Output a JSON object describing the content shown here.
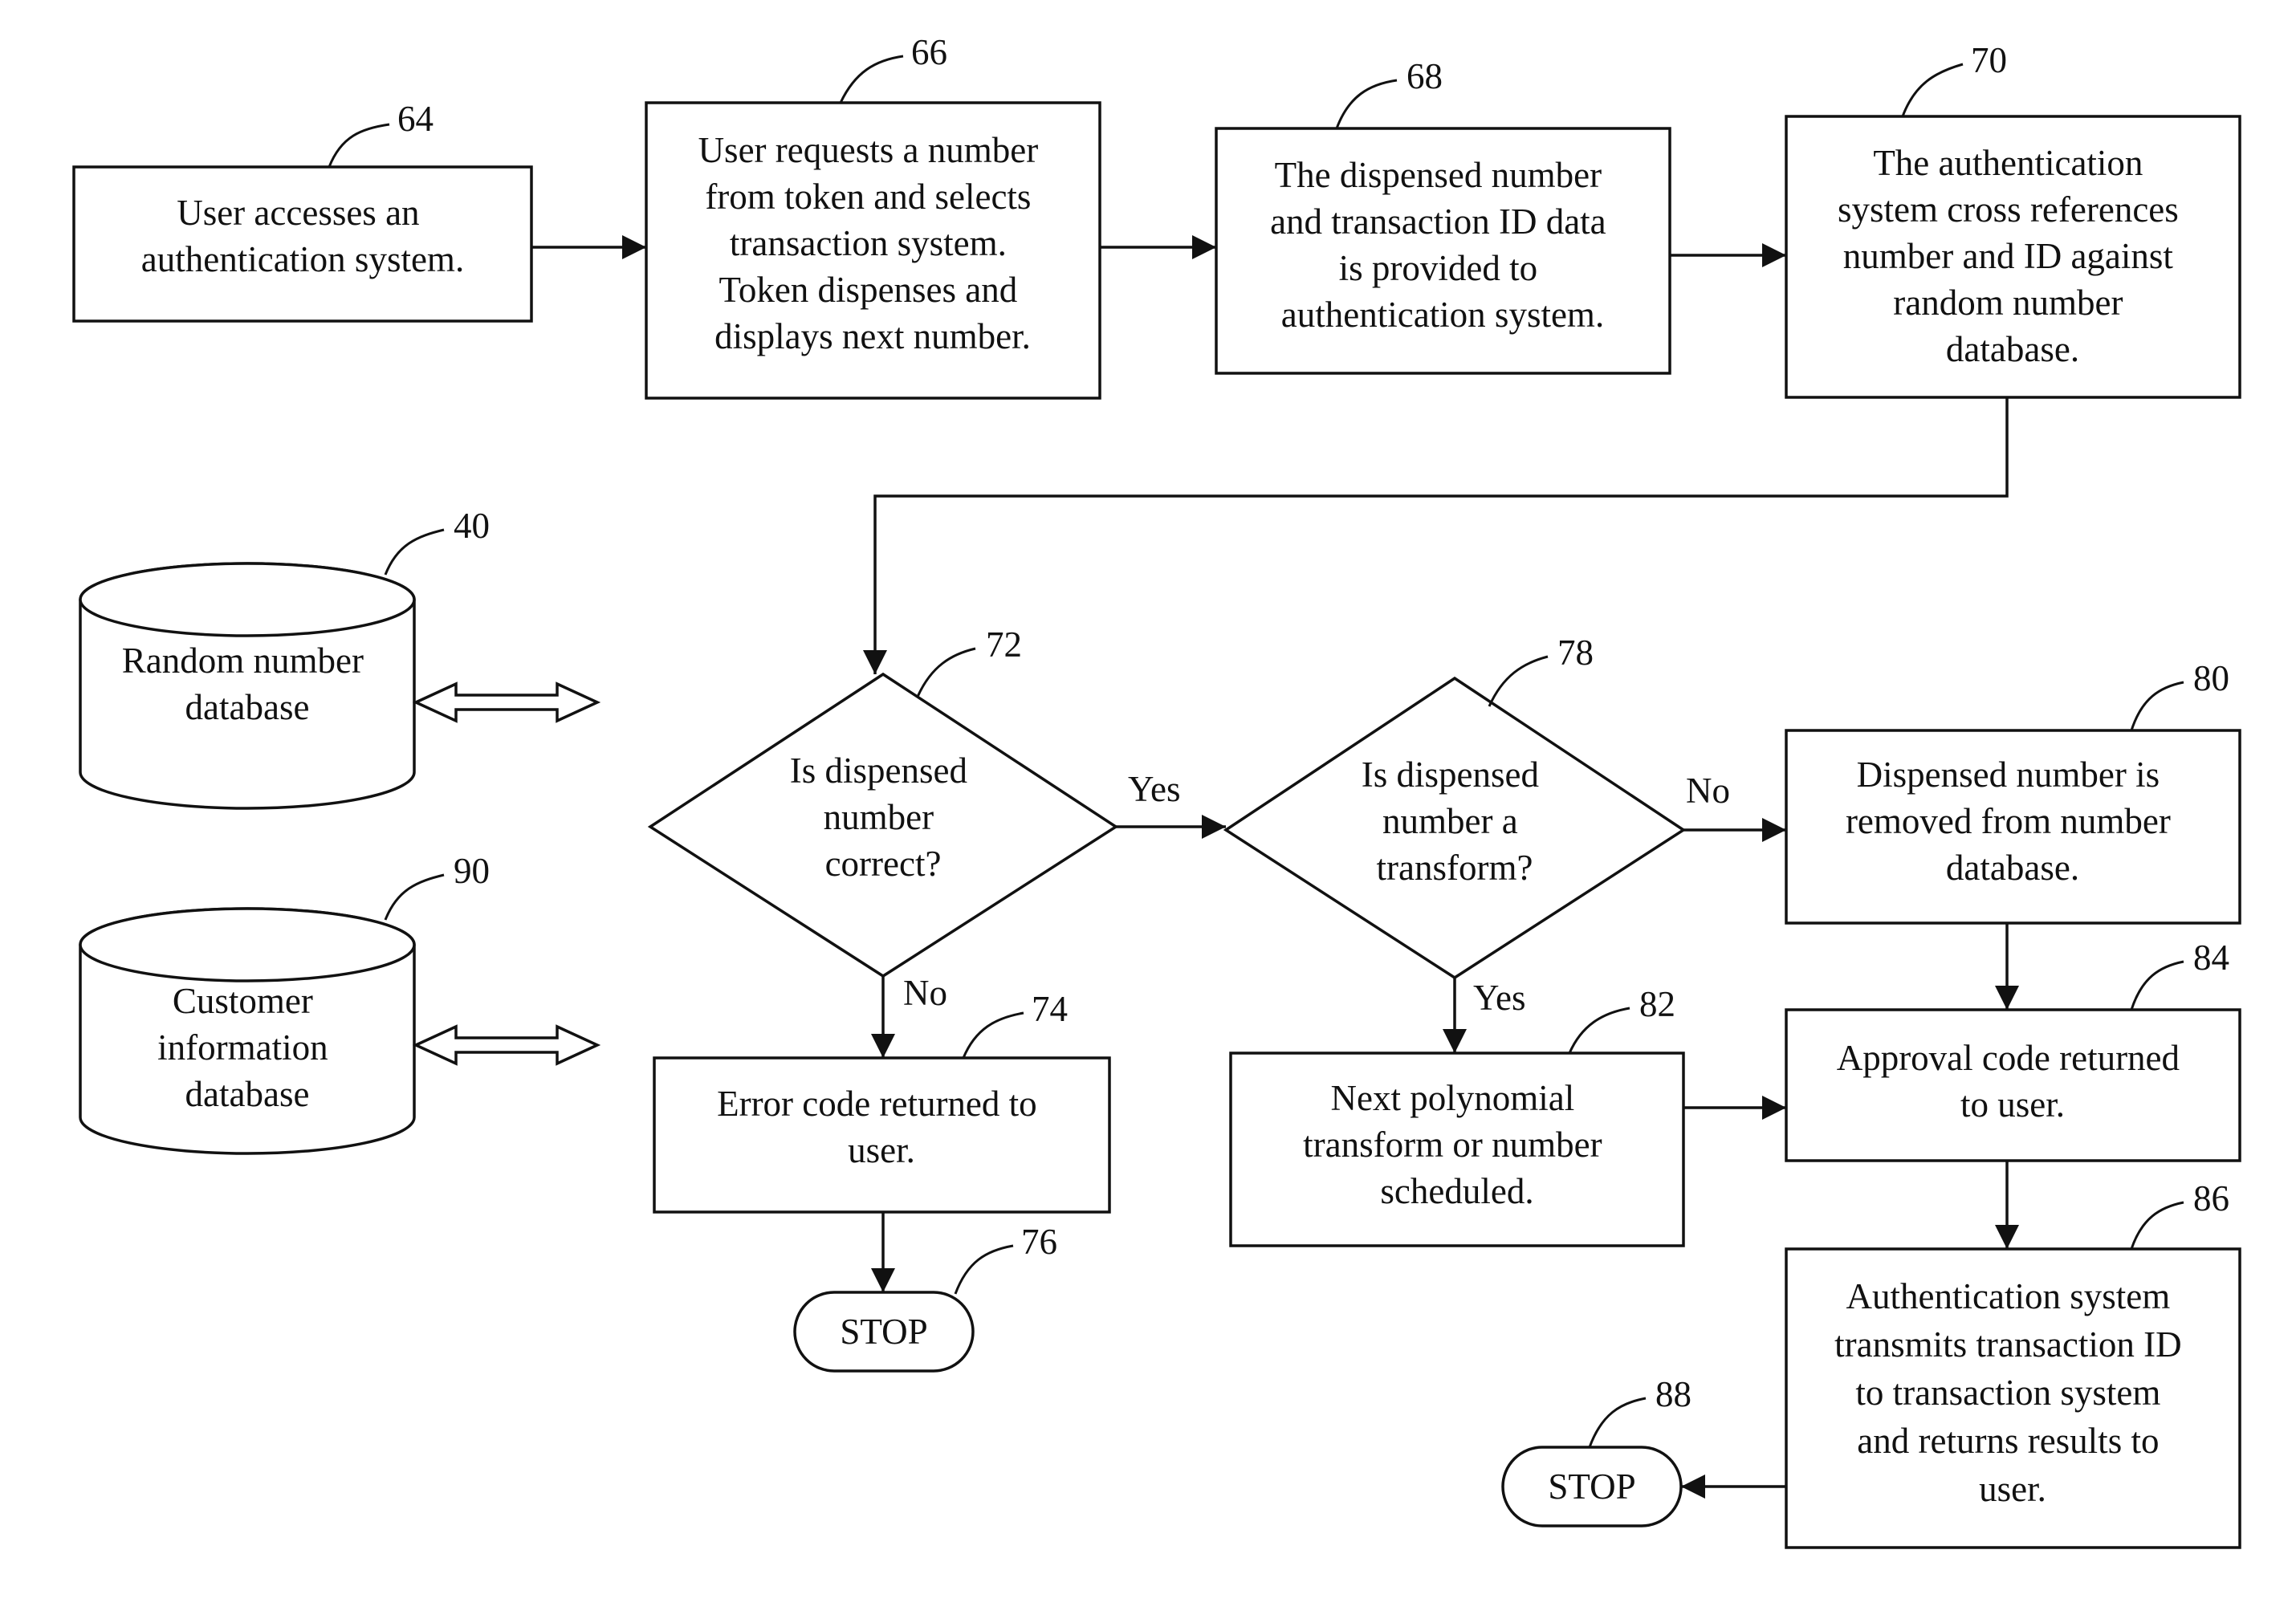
{
  "nodes": {
    "n64": {
      "ref": "64",
      "lines": [
        "User accesses an",
        "authentication system."
      ]
    },
    "n66": {
      "ref": "66",
      "lines": [
        "User requests a number",
        "from token and selects",
        "transaction system.",
        "Token dispenses and",
        "displays next number."
      ]
    },
    "n68": {
      "ref": "68",
      "lines": [
        "The dispensed number",
        "and transaction ID data",
        "is provided to",
        "authentication system."
      ]
    },
    "n70": {
      "ref": "70",
      "lines": [
        "The authentication",
        "system cross references",
        "number and ID against",
        "random number",
        "database."
      ]
    },
    "n72": {
      "ref": "72",
      "lines": [
        "Is dispensed",
        "number",
        "correct?"
      ]
    },
    "n74": {
      "ref": "74",
      "lines": [
        "Error code returned to",
        "user."
      ]
    },
    "n76": {
      "ref": "76",
      "lines": [
        "STOP"
      ]
    },
    "n78": {
      "ref": "78",
      "lines": [
        "Is dispensed",
        "number a",
        "transform?"
      ]
    },
    "n80": {
      "ref": "80",
      "lines": [
        "Dispensed number is",
        "removed from number",
        "database."
      ]
    },
    "n82": {
      "ref": "82",
      "lines": [
        "Next polynomial",
        "transform or number",
        "scheduled."
      ]
    },
    "n84": {
      "ref": "84",
      "lines": [
        "Approval code returned",
        "to user."
      ]
    },
    "n86": {
      "ref": "86",
      "lines": [
        "Authentication system",
        "transmits transaction ID",
        "to transaction system",
        "and returns results to",
        "user."
      ]
    },
    "n88": {
      "ref": "88",
      "lines": [
        "STOP"
      ]
    },
    "db40": {
      "ref": "40",
      "lines": [
        "Random number",
        "database"
      ]
    },
    "db90": {
      "ref": "90",
      "lines": [
        "Customer",
        "information",
        "database"
      ]
    }
  },
  "edge_labels": {
    "yes_72": "Yes",
    "no_72": "No",
    "no_78": "No",
    "yes_78": "Yes"
  }
}
